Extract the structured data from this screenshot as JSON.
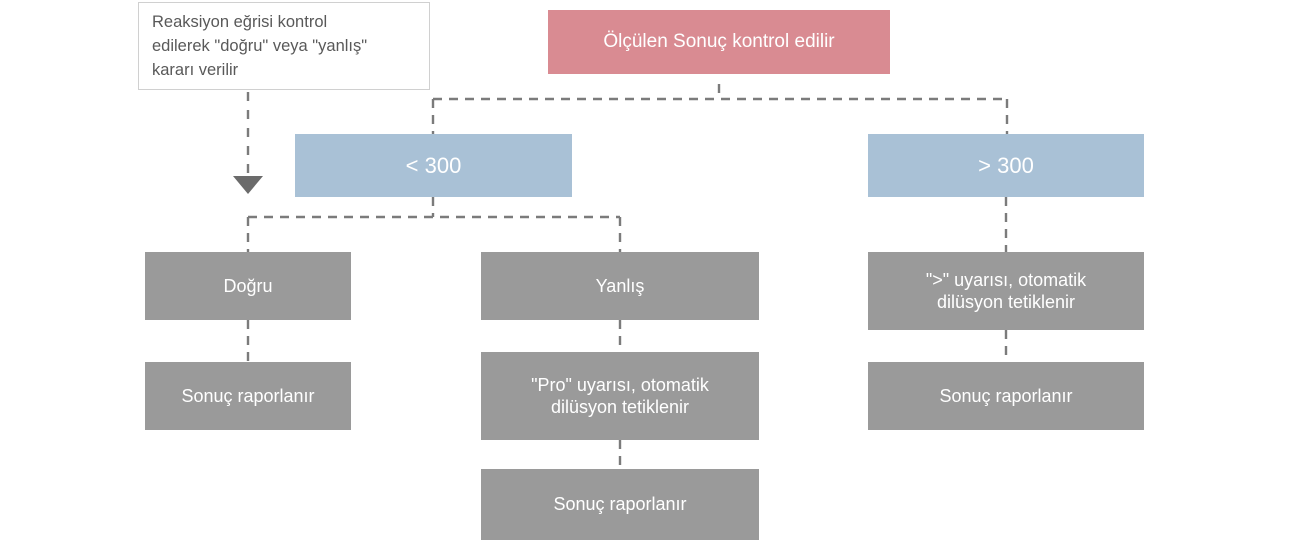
{
  "diagram": {
    "title_note": "Ölçülen Sonuç kontrol edilir akış şeması",
    "colors": {
      "red_node": "#d98b92",
      "blue_node": "#a9c1d6",
      "gray_node": "#9a9a9a",
      "connector": "#7b7b7b",
      "annotation_text": "#595959",
      "annotation_border": "#d0d0d0",
      "node_text": "#ffffff",
      "background": "#ffffff"
    },
    "annotation": {
      "text": "Reaksiyon eğrisi kontrol\nedilerek \"doğru\" veya \"yanlış\"\nkararı verilir"
    },
    "nodes": {
      "root": {
        "label": "Ölçülen Sonuç kontrol edilir",
        "kind": "red"
      },
      "branch_low": {
        "label": "< 300",
        "kind": "blue"
      },
      "branch_high": {
        "label": "> 300",
        "kind": "blue"
      },
      "correct": {
        "label": "Doğru",
        "kind": "gray"
      },
      "correct_report": {
        "label": "Sonuç raporlanır",
        "kind": "gray"
      },
      "wrong": {
        "label": "Yanlış",
        "kind": "gray"
      },
      "wrong_warning": {
        "label": "\"Pro\" uyarısı, otomatik\ndilüsyon tetiklenir",
        "kind": "gray"
      },
      "wrong_report": {
        "label": "Sonuç raporlanır",
        "kind": "gray"
      },
      "high_warning": {
        "label": "\">\" uyarısı, otomatik\ndilüsyon tetiklenir",
        "kind": "gray"
      },
      "high_report": {
        "label": "Sonuç raporlanır",
        "kind": "gray"
      }
    }
  }
}
